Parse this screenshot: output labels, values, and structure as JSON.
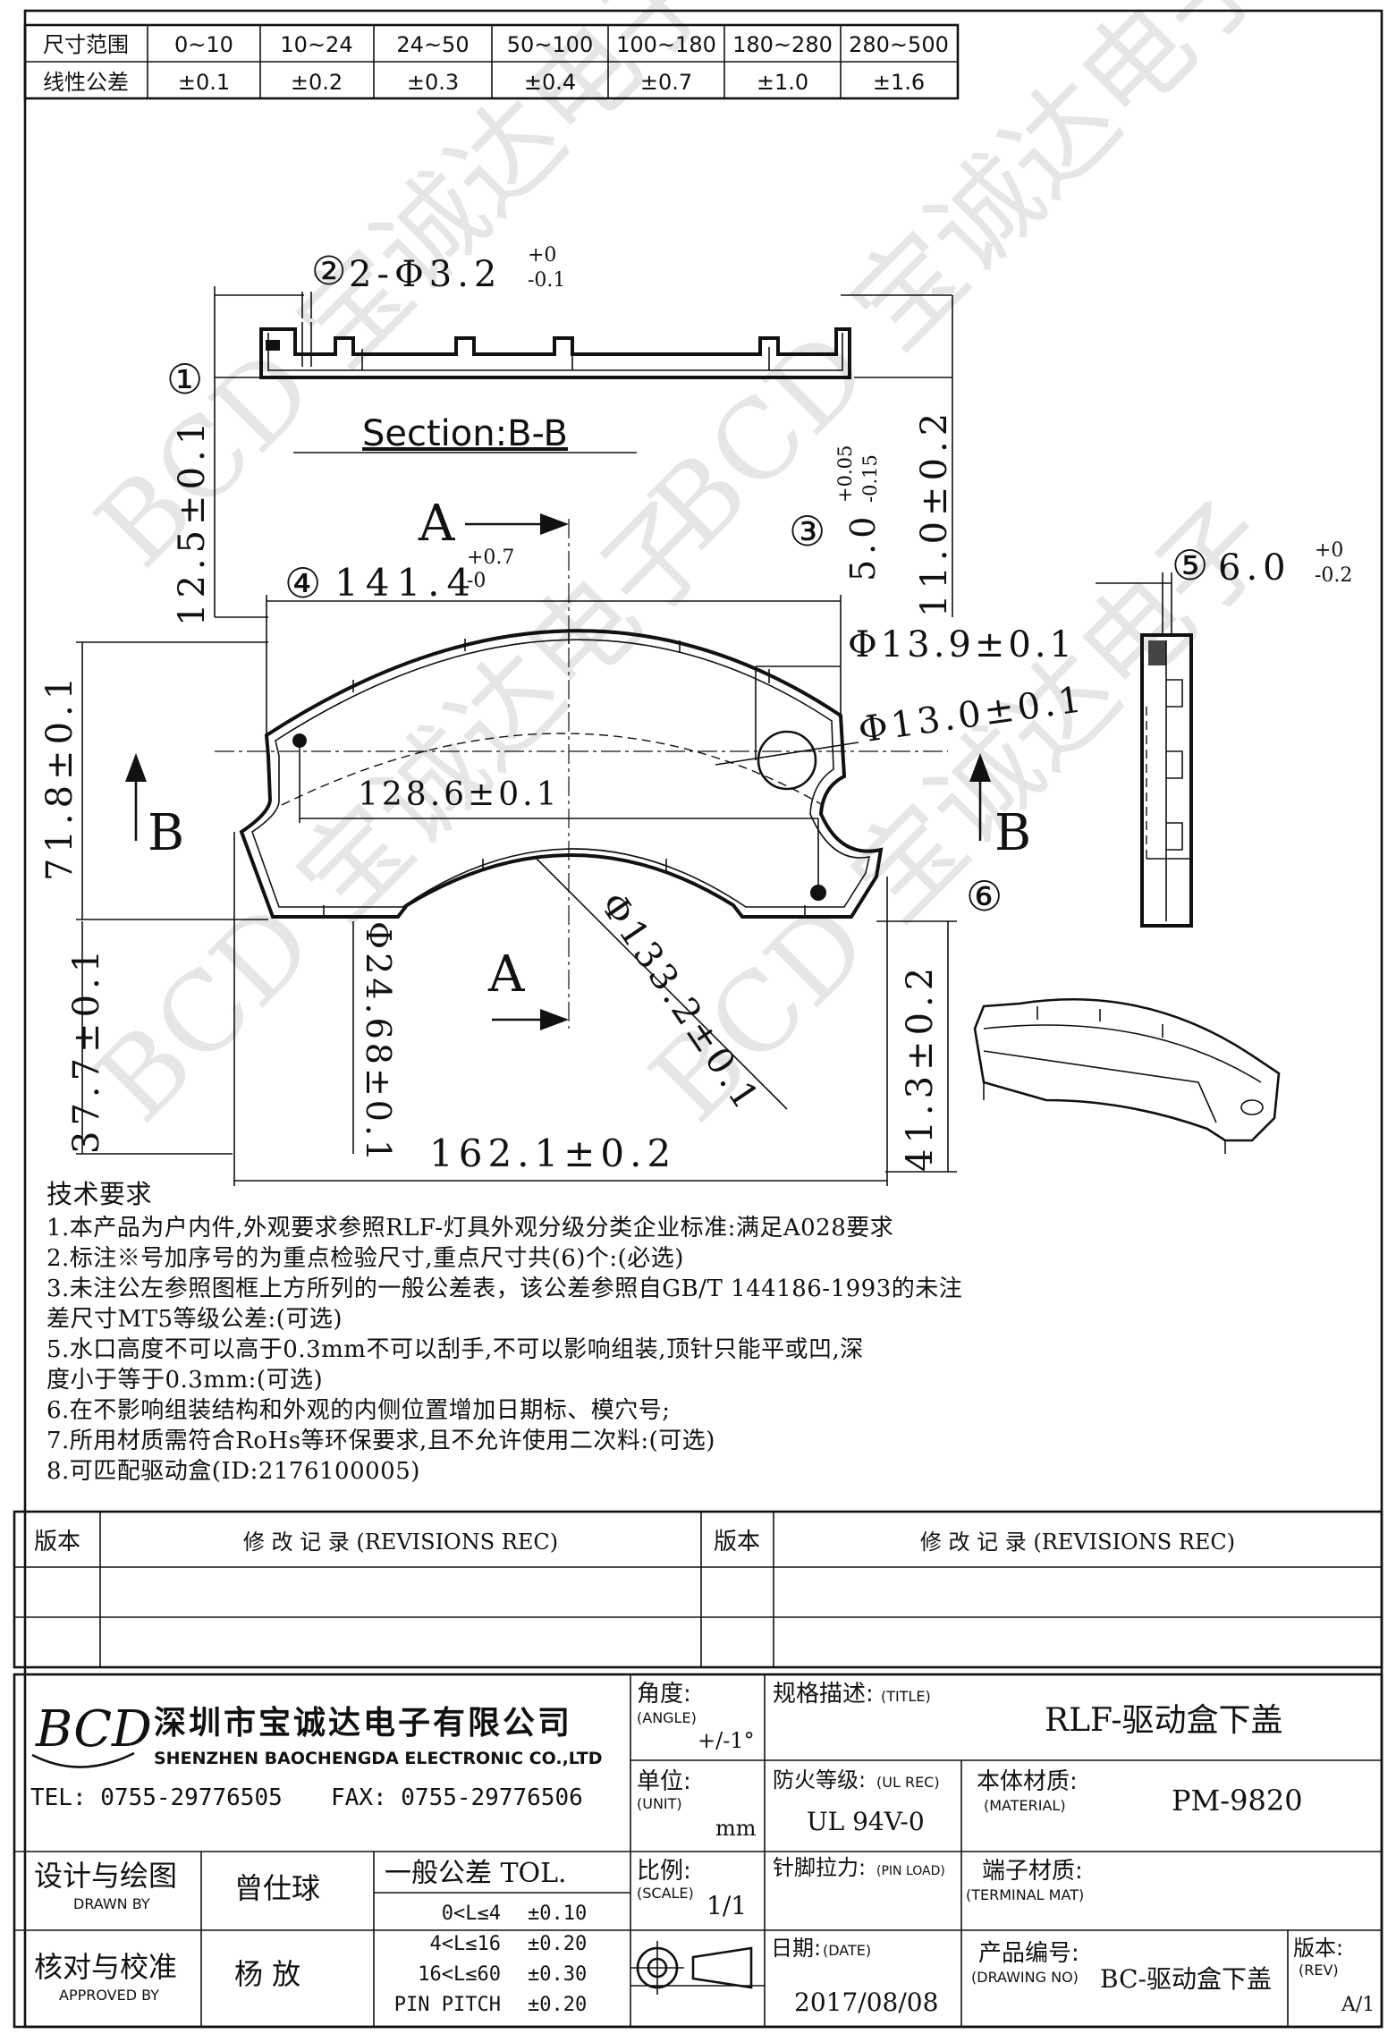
{
  "tolerance_table": {
    "row1_label": "尺寸范围",
    "row2_label": "线性公差",
    "ranges": [
      "0~10",
      "10~24",
      "24~50",
      "50~100",
      "100~180",
      "180~280",
      "280~500"
    ],
    "tolerances": [
      "±0.1",
      "±0.2",
      "±0.3",
      "±0.4",
      "±0.7",
      "±1.0",
      "±1.6"
    ]
  },
  "drawing": {
    "section_title": "Section:B-B",
    "callouts": {
      "c1": "①",
      "c2": "②",
      "c3": "③",
      "c4": "④",
      "c5": "⑤",
      "c6": "⑥"
    },
    "dims": {
      "d2_main": "2-Φ3.2",
      "d2_upper": "+0",
      "d2_lower": "-0.1",
      "d1": "12.5±0.1",
      "d3_main": "5.0",
      "d3_upper": "+0.05",
      "d3_lower": "-0.15",
      "d11": "11.0±0.2",
      "d4_main": "141.4",
      "d4_upper": "+0.7",
      "d4_lower": "-0",
      "d5_main": "6.0",
      "d5_upper": "+0",
      "d5_lower": "-0.2",
      "phi139": "Φ13.9±0.1",
      "phi130": "Φ13.0±0.1",
      "d718": "71.8±0.1",
      "d1286": "128.6±0.1",
      "d377": "37.7±0.1",
      "phi2468": "Φ24.68±0.1",
      "phi1332": "Φ133.2±0.1",
      "d413": "41.3±0.2",
      "d1621": "162.1±0.2"
    },
    "section_letters": {
      "a_top": "A",
      "a_bottom": "A",
      "b_left": "B",
      "b_right": "B"
    }
  },
  "notes": {
    "title": "技术要求",
    "lines": [
      "1.本产品为户内件,外观要求参照RLF-灯具外观分级分类企业标准:满足A028要求",
      "2.标注※号加序号的为重点检验尺寸,重点尺寸共(6)个:(必选)",
      "3.未注公左参照图框上方所列的一般公差表，该公差参照自GB/T 144186-1993的未注",
      "差尺寸MT5等级公差:(可选)",
      "5.水口高度不可以高于0.3mm不可以刮手,不可以影响组装,顶针只能平或凹,深",
      "度小于等于0.3mm:(可选)",
      "6.在不影响组装结构和外观的内侧位置增加日期标、模穴号;",
      "7.所用材质需符合RoHs等环保要求,且不允许使用二次料:(可选)",
      "8.可匹配驱动盒(ID:2176100005)"
    ]
  },
  "revisions": {
    "ver_label": "版本",
    "rec_label": "修  改  记  录  (REVISIONS REC)"
  },
  "title_block": {
    "company_cn": "深圳市宝诚达电子有限公司",
    "company_en": "SHENZHEN BAOCHENGDA ELECTRONIC CO.,LTD",
    "logo": "BCD",
    "tel": "TEL: 0755-29776505",
    "fax": "FAX: 0755-29776506",
    "angle_label": "角度:",
    "angle_en": "(ANGLE)",
    "angle_value": "+/-1°",
    "title_label": "规格描述:",
    "title_en": "(TITLE)",
    "title_value": "RLF-驱动盒下盖",
    "unit_label": "单位:",
    "unit_en": "(UNIT)",
    "unit_value": "mm",
    "ul_label": "防火等级:",
    "ul_en": "(UL REC)",
    "ul_value": "UL 94V-0",
    "material_label": "本体材质:",
    "material_en": "(MATERIAL)",
    "material_value": "PM-9820",
    "design_label": "设计与绘图",
    "design_en": "DRAWN BY",
    "design_value": "曾仕球",
    "tol_label": "一般公差 TOL.",
    "tol_rows": [
      {
        "range": "0<L≤4",
        "tol": "±0.10"
      },
      {
        "range": "4<L≤16",
        "tol": "±0.20"
      },
      {
        "range": "16<L≤60",
        "tol": "±0.30"
      },
      {
        "range": "PIN PITCH",
        "tol": "±0.20"
      }
    ],
    "scale_label": "比例:",
    "scale_en": "(SCALE)",
    "scale_value": "1/1",
    "pin_label": "针脚拉力:",
    "pin_en": "(PIN LOAD)",
    "terminal_label": "端子材质:",
    "terminal_en": "(TERMINAL MAT)",
    "check_label": "核对与校准",
    "check_en": "APPROVED BY",
    "check_value": "杨  放",
    "date_label": "日期:",
    "date_en": "(DATE)",
    "date_value": "2017/08/08",
    "drawing_no_label": "产品编号:",
    "drawing_no_en": "(DRAWING NO)",
    "drawing_no_value": "BC-驱动盒下盖",
    "rev_label": "版本:",
    "rev_en": "(REV)",
    "rev_value": "A/1"
  }
}
